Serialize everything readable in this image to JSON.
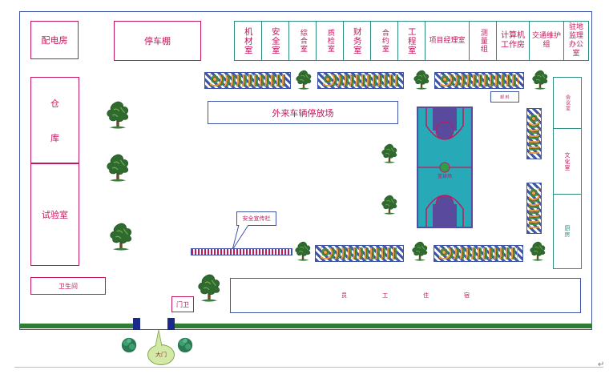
{
  "buildings": {
    "power_room": "配电房",
    "parking_shed": "停车棚",
    "warehouse": [
      "仓",
      "库"
    ],
    "lab": "试验室",
    "toilet": "卫生间",
    "guard": "门卫",
    "gate": "大门",
    "offices": [
      "机材室",
      "安全室",
      "综合室",
      "质检室",
      "财务室",
      "合约室",
      "工程室",
      "项目经理室",
      "测量组",
      "计算机工作房",
      "交通维护组",
      "驻地监理办公室"
    ],
    "meeting_room": "会议室",
    "culture_room": "文化室",
    "kitchen": "厨房",
    "small_room": "卸 料",
    "staff_dorm": [
      "员",
      "工",
      "住",
      "宿"
    ]
  },
  "areas": {
    "visitor_parking": "外来车辆停放场",
    "basketball_court": "篮球场",
    "safety_board_callout": "安全宣传栏"
  },
  "colors": {
    "outline_blue": "#3f56a8",
    "label_magenta": "#c2185b",
    "office_border_teal": "#2e8b80",
    "court_fill": "#27a9b8",
    "court_key": "#5a4a9e",
    "ground_green": "#2e7d32",
    "gate_post": "#1a2a8a"
  }
}
